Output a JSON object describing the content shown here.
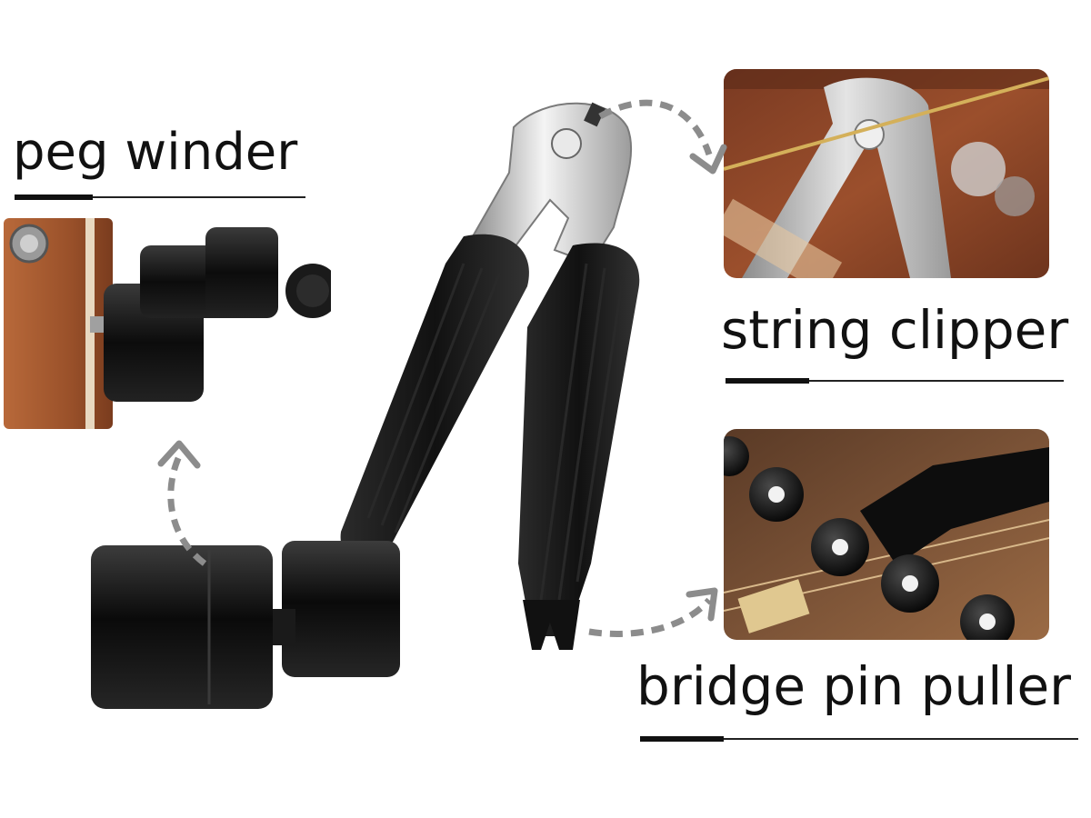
{
  "labels": {
    "peg_winder": "peg winder",
    "string_clipper": "string clipper",
    "bridge_pin_puller": "bridge pin puller"
  },
  "colors": {
    "handle": "#141414",
    "metal": "#c9c9c9",
    "wood": "#8a4a2a",
    "arrow": "#8c8c8c",
    "text": "#111111"
  },
  "icons": {
    "peg_arrow": "dashed-curved-arrow-icon",
    "clipper_arrow": "dashed-curved-arrow-icon",
    "pin_arrow": "dashed-curved-arrow-icon"
  }
}
